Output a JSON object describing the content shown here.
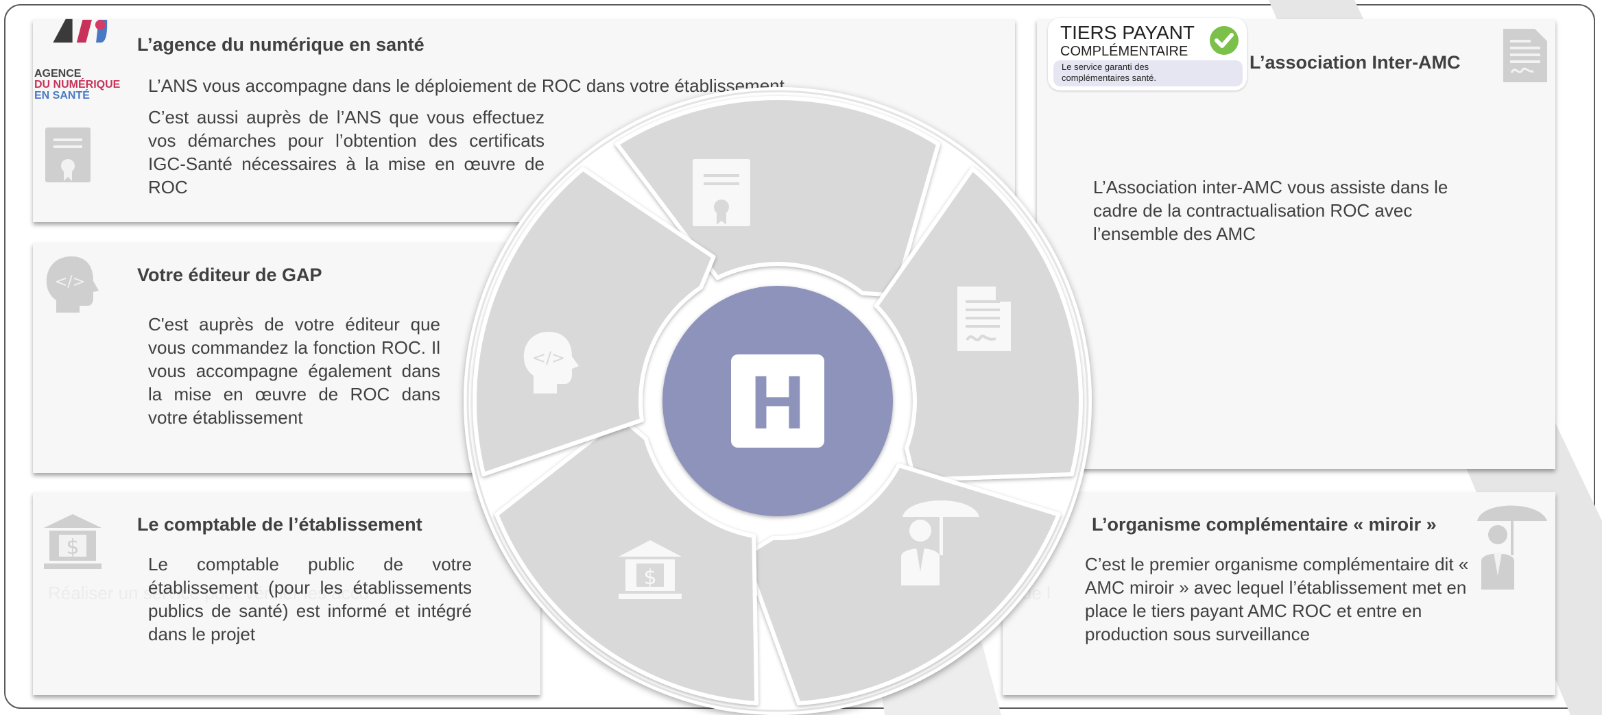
{
  "cards": {
    "ans": {
      "logo_lines": [
        "AGENCE",
        "DU NUMÉRIQUE",
        "EN SANTÉ"
      ],
      "title": "L’agence du numérique en santé",
      "line1": "L’ANS vous accompagne dans le déploiement de ROC dans votre établissement",
      "body": "C’est aussi auprès de l’ANS que vous effectuez vos démarches pour l’obtention des certificats IGC-Santé nécessaires à la mise en œuvre de ROC"
    },
    "editeur": {
      "title": "Votre éditeur de GAP",
      "body": "C'est auprès de votre éditeur que vous commandez la fonction ROC. Il vous accompagne également dans la mise en œuvre de ROC dans votre établissement"
    },
    "comptable": {
      "title": "Le comptable de l’établissement",
      "body": "Le comptable public de votre établissement (pour les établissements publics de santé) est informé et intégré dans le projet",
      "faint_text": "Réaliser un          service          pour vérifier les             acco"
    },
    "inter_amc": {
      "logo_line1": "TIERS PAYANT",
      "logo_line2": "COMPLÉMENTAIRE",
      "logo_tagline": "Le service garanti des complémentaires santé.",
      "title": "L’association Inter-AMC",
      "body": "L’Association inter-AMC vous assiste dans le cadre de la contractualisation ROC avec l’ensemble des AMC"
    },
    "miroir": {
      "title": "L’organisme complémentaire « miroir »",
      "body": "C’est le premier organisme complémentaire dit « AMC miroir » avec lequel l’établissement met en place le tiers payant AMC ROC et entre en production sous surveillance",
      "faint_text": "de l"
    }
  },
  "wheel": {
    "center_letter": "H",
    "center_color": "#8e93bb",
    "segment_color": "#d9d9d9"
  }
}
